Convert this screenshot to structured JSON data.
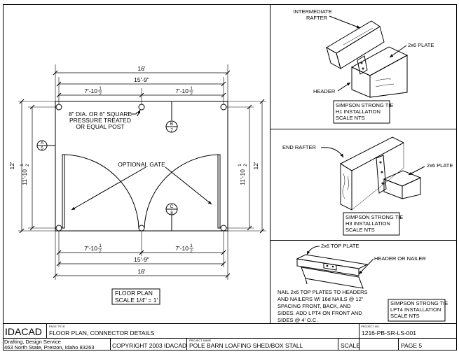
{
  "floor_plan": {
    "dim_overall_top": "16'",
    "dim_inner_top": "15'-9\"",
    "dim_bay_left": "7'-10",
    "dim_bay_right": "7'-10",
    "frac_half": "1",
    "frac_den": "2",
    "dim_overall_bottom": "16'",
    "dim_inner_bottom": "15'-9\"",
    "dim_bay_left_bottom": "7'-10",
    "dim_bay_right_bottom": "7'-10",
    "dim_left_outer": "12'",
    "dim_left_inner": "11'-10",
    "dim_right_inner": "11'-10",
    "dim_right_outer": "12'",
    "post_note": [
      "8\" DIA. OR 6\" SQUARE",
      "PRESSURE TREATED",
      "OR EQUAL POST"
    ],
    "gate_note": "OPTIONAL GATE",
    "callouts": [
      {
        "top": "A",
        "bottom": "5"
      },
      {
        "top": "B",
        "bottom": "7"
      },
      {
        "top": "C",
        "bottom": "8"
      }
    ],
    "title_lines": [
      "FLOOR PLAN",
      "SCALE 1/4\" = 1'"
    ]
  },
  "detail_h1": {
    "label_rafter": [
      "INTERMEDIATE",
      "RAFTER"
    ],
    "label_plate": "2x6 PLATE",
    "label_header": "HEADER",
    "title_lines": [
      "SIMPSON STRONG TIE",
      "H1 INSTALLATION",
      "SCALE NTS"
    ]
  },
  "detail_h3": {
    "label_rafter": "END RAFTER",
    "label_plate": "2x6 PLATE",
    "title_lines": [
      "SIMPSON STRONG TIE",
      "H3 INSTALLATION",
      "SCALE NTS"
    ]
  },
  "detail_lpt4": {
    "label_plate": "2x6 TOP PLATE",
    "label_header": "HEADER OR NAILER",
    "note_lines": [
      "NAIL 2x6 TOP PLATES TO HEADERS",
      "AND NAILERS W/ 16d NAILS @ 12\"",
      "SPACING FRONT, BACK, AND",
      "SIDES.  ADD LPT4 ON FRONT AND",
      "SIDES @ 4' O.C."
    ],
    "title_lines": [
      "SIMPSON STRONG TIE",
      "LPT4 INSTALLATION",
      "SCALE NTS"
    ]
  },
  "title_block": {
    "company": "IDACAD",
    "services": "Drafting, Design Service",
    "address": "463 North State, Preston, Idaho 83263",
    "page_title_label": "PAGE TITLE",
    "page_title": "FLOOR PLAN, CONNECTOR DETAILS",
    "copyright": "COPYRIGHT 2003 IDACAD",
    "project_name_label": "PROJECT NAME",
    "project_name": "POLE BARN LOAFING SHED/BOX STALL",
    "project_no_label": "PROJECT NO.",
    "project_no": "1216-PB-SR-LS-001",
    "scale_label": "SCALE",
    "page_label": "PAGE 5"
  }
}
